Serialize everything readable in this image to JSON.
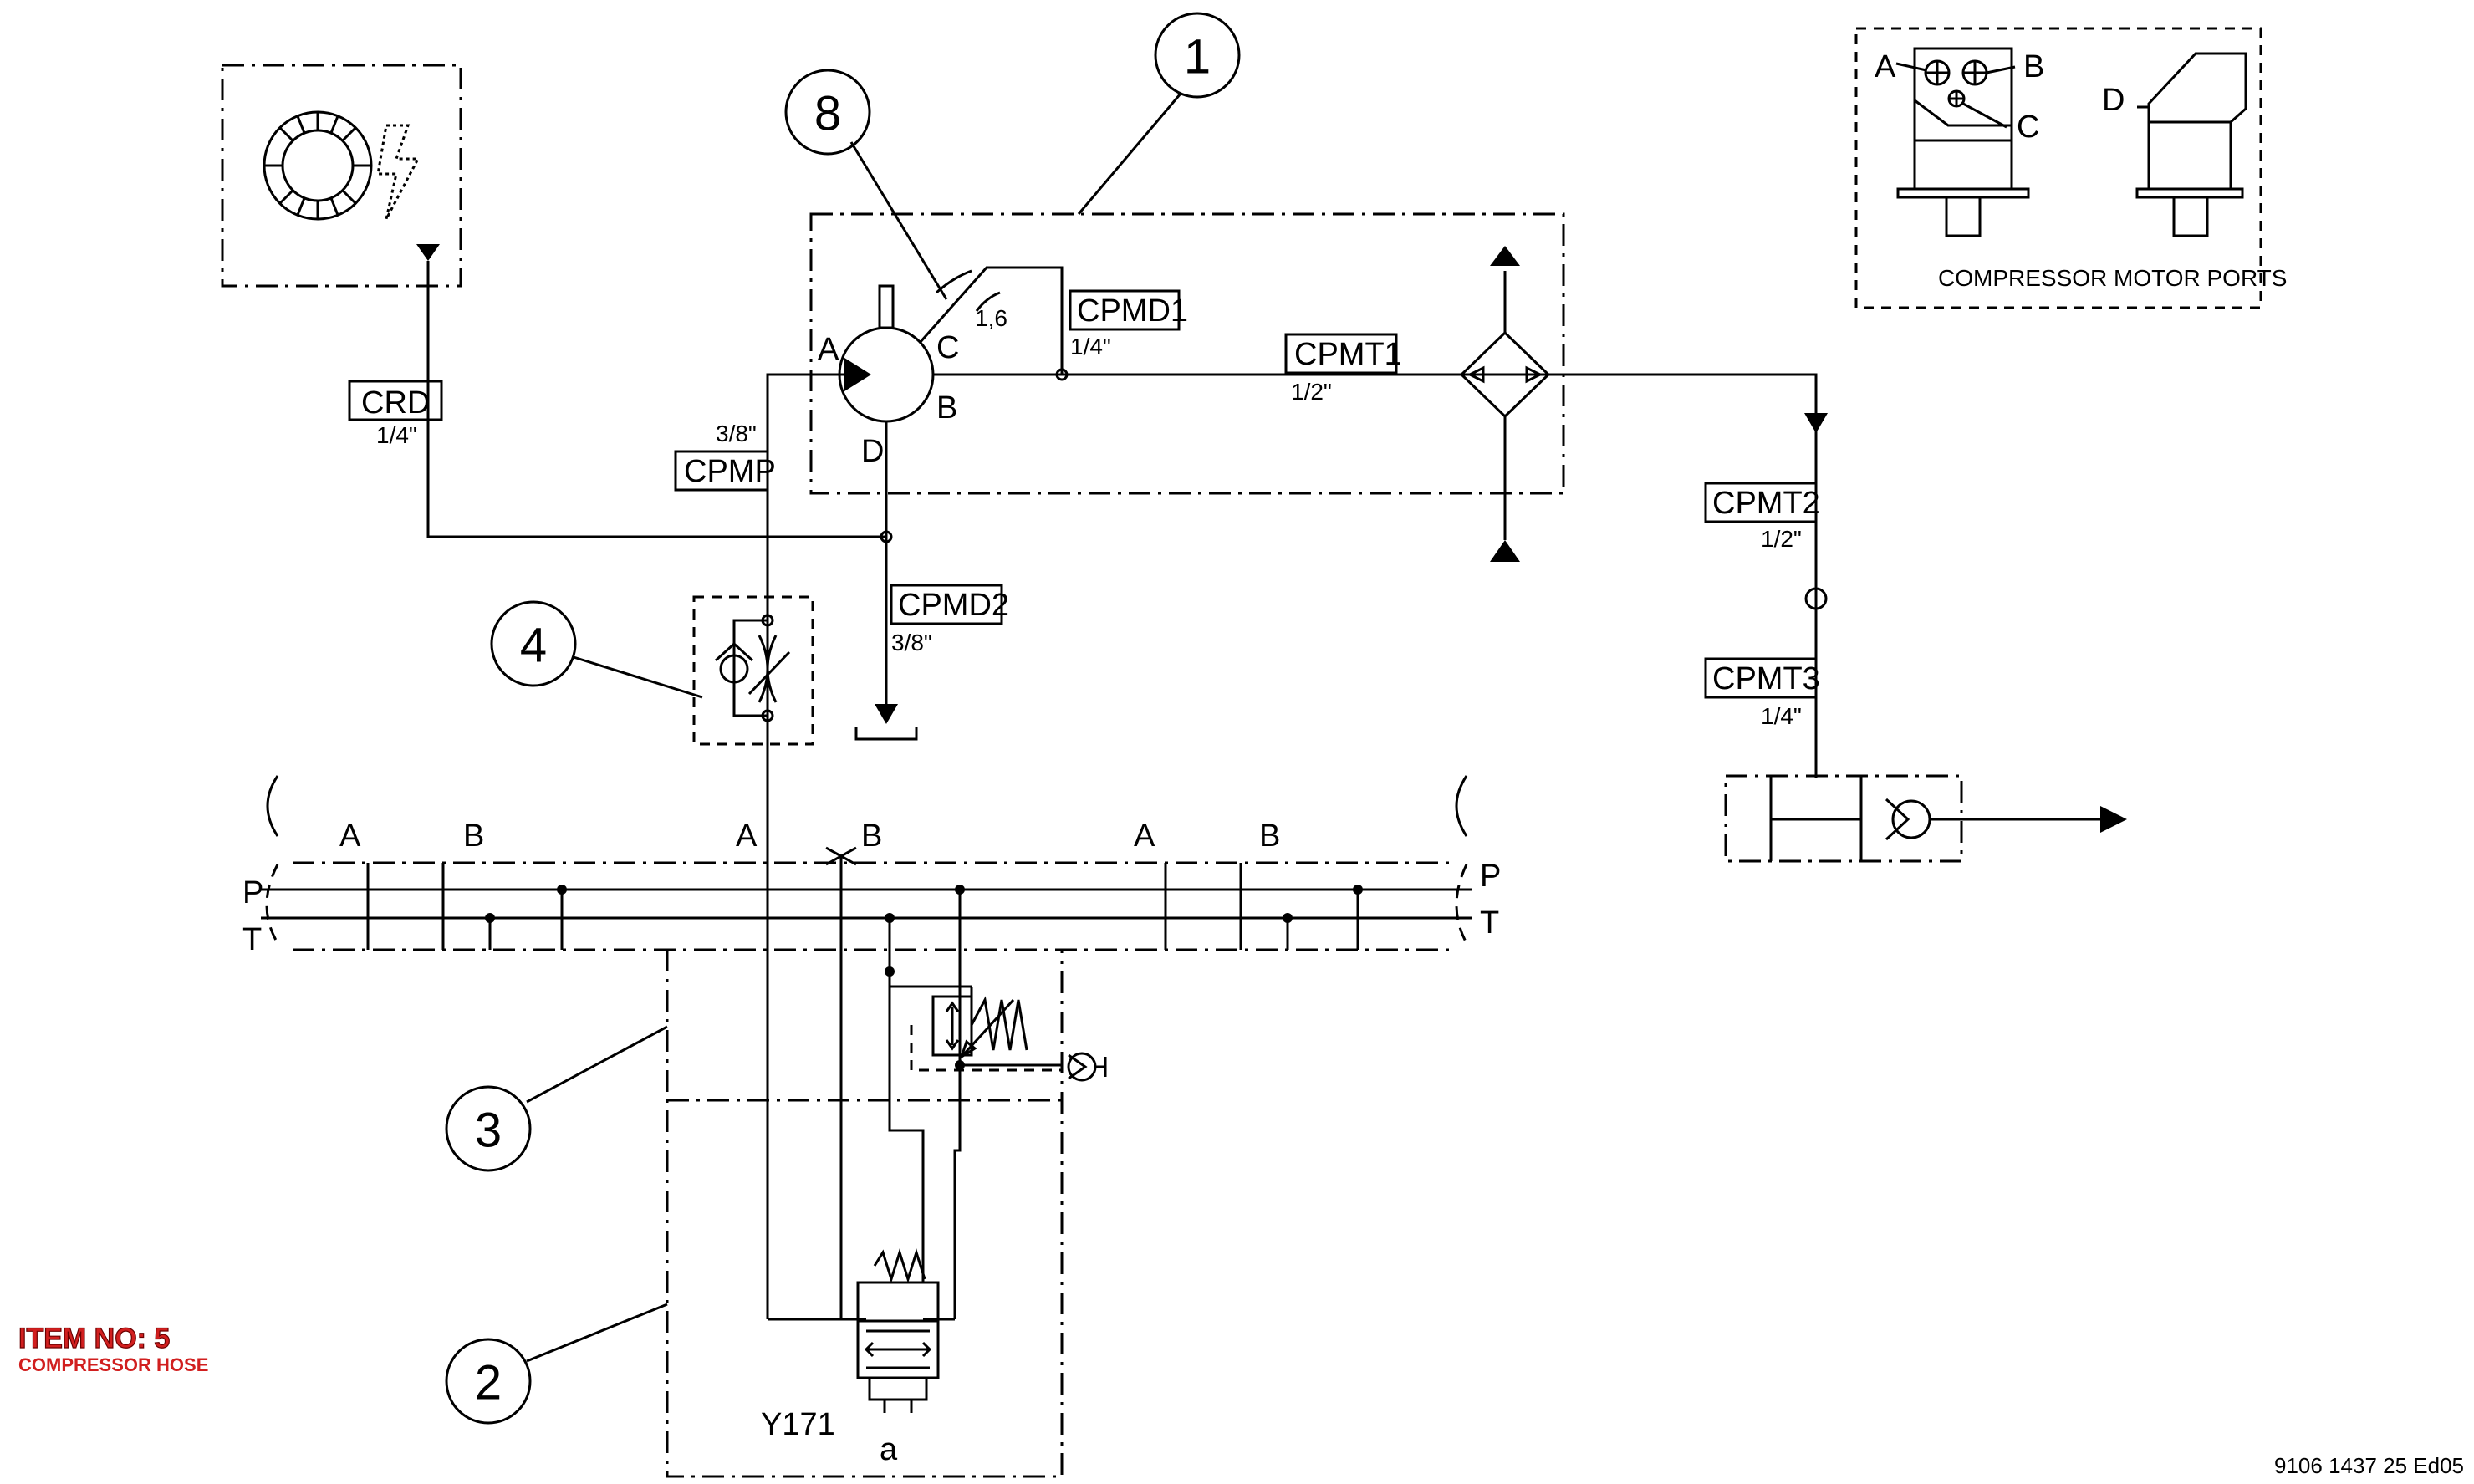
{
  "callouts": [
    "1",
    "8",
    "4",
    "3",
    "2"
  ],
  "hose_labels": {
    "crd": {
      "name": "CRD",
      "size": "1/4\""
    },
    "cpmp": {
      "name": "CPMP",
      "size": "3/8\""
    },
    "cpmd1": {
      "name": "CPMD1",
      "size": "1/4\""
    },
    "cpmt1": {
      "name": "CPMT1",
      "size": "1/2\""
    },
    "cpmd2": {
      "name": "CPMD2",
      "size": "3/8\""
    },
    "cpmt2": {
      "name": "CPMT2",
      "size": "1/2\""
    },
    "cpmt3": {
      "name": "CPMT3",
      "size": "1/4\""
    }
  },
  "motor_ports": {
    "a": "A",
    "b": "B",
    "c": "C",
    "d": "D"
  },
  "orifice_label": "1,6",
  "port_box": {
    "title": "COMPRESSOR MOTOR PORTS",
    "a": "A",
    "b": "B",
    "c": "C",
    "d": "D"
  },
  "manifold": {
    "ports_top": [
      "A",
      "B",
      "A",
      "B",
      "A",
      "B"
    ],
    "p": "P",
    "t": "T"
  },
  "valve": {
    "name": "Y171",
    "solenoid": "a"
  },
  "item_note": {
    "title": "ITEM NO: 5",
    "subtitle": "COMPRESSOR HOSE"
  },
  "drawing_ref": "9106 1437 25 Ed05"
}
